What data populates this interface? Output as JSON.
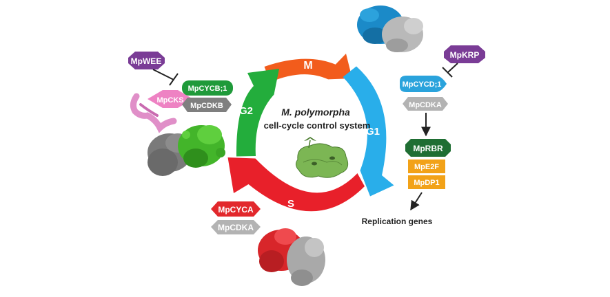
{
  "center": {
    "title_italic": "M. polymorpha",
    "title_rest": "cell-cycle control system"
  },
  "phases": {
    "m": "M",
    "g1": "G1",
    "s": "S",
    "g2": "G2"
  },
  "left_complex": {
    "inhibitor": "MpWEE",
    "cks": "MpCKS",
    "cyclin": "MpCYCB;1",
    "cdk": "MpCDKB"
  },
  "right_complex": {
    "inhibitor": "MpKRP",
    "cyclin": "MpCYCD;1",
    "cdk": "MpCDKA",
    "rbr": "MpRBR",
    "e2f": "MpE2F",
    "dp": "MpDP1",
    "target": "Replication genes"
  },
  "bottom_complex": {
    "cyclin": "MpCYCA",
    "cdk": "MpCDKA"
  },
  "colors": {
    "m_arc": "#f25c1c",
    "g1_arc": "#29aeea",
    "s_arc": "#e8202a",
    "g2_arc": "#23ad3c",
    "purple": "#7a3c96",
    "pink": "#ee82c3",
    "green": "#1f9a3a",
    "gray": "#8a8a8a",
    "lightgray": "#b3b3b3",
    "blue": "#2aa3dc",
    "darkgreen": "#1f6e33",
    "orange": "#f2a218",
    "red": "#e2282c"
  }
}
